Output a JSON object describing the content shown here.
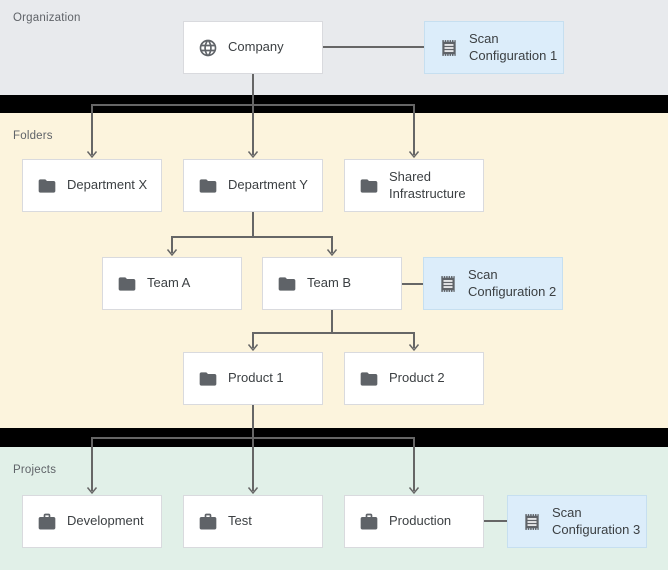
{
  "sections": [
    {
      "id": "organization",
      "label": "Organization"
    },
    {
      "id": "folders",
      "label": "Folders"
    },
    {
      "id": "projects",
      "label": "Projects"
    }
  ],
  "nodes": [
    {
      "id": "company",
      "label": "Company",
      "icon": "globe-icon",
      "section": "organization",
      "variant": "default"
    },
    {
      "id": "scan-configuration-1",
      "label": "Scan Configuration 1",
      "icon": "receipt-icon",
      "section": "organization",
      "variant": "scan"
    },
    {
      "id": "department-x",
      "label": "Department X",
      "icon": "folder-icon",
      "section": "folders",
      "variant": "default"
    },
    {
      "id": "department-y",
      "label": "Department Y",
      "icon": "folder-icon",
      "section": "folders",
      "variant": "default"
    },
    {
      "id": "shared-infrastructure",
      "label": "Shared Infrastructure",
      "icon": "folder-icon",
      "section": "folders",
      "variant": "default"
    },
    {
      "id": "team-a",
      "label": "Team A",
      "icon": "folder-icon",
      "section": "folders",
      "variant": "default"
    },
    {
      "id": "team-b",
      "label": "Team B",
      "icon": "folder-icon",
      "section": "folders",
      "variant": "default"
    },
    {
      "id": "scan-configuration-2",
      "label": "Scan Configuration 2",
      "icon": "receipt-icon",
      "section": "folders",
      "variant": "scan"
    },
    {
      "id": "product-1",
      "label": "Product 1",
      "icon": "folder-icon",
      "section": "folders",
      "variant": "default"
    },
    {
      "id": "product-2",
      "label": "Product 2",
      "icon": "folder-icon",
      "section": "folders",
      "variant": "default"
    },
    {
      "id": "development",
      "label": "Development",
      "icon": "briefcase-icon",
      "section": "projects",
      "variant": "default"
    },
    {
      "id": "test",
      "label": "Test",
      "icon": "briefcase-icon",
      "section": "projects",
      "variant": "default"
    },
    {
      "id": "production",
      "label": "Production",
      "icon": "briefcase-icon",
      "section": "projects",
      "variant": "default"
    },
    {
      "id": "scan-configuration-3",
      "label": "Scan Configuration 3",
      "icon": "receipt-icon",
      "section": "projects",
      "variant": "scan"
    }
  ],
  "edges": [
    {
      "from": "company",
      "to": "scan-configuration-1",
      "arrow": false
    },
    {
      "from": "company",
      "to": "department-x",
      "arrow": true
    },
    {
      "from": "company",
      "to": "department-y",
      "arrow": true
    },
    {
      "from": "company",
      "to": "shared-infrastructure",
      "arrow": true
    },
    {
      "from": "department-y",
      "to": "team-a",
      "arrow": true
    },
    {
      "from": "department-y",
      "to": "team-b",
      "arrow": true
    },
    {
      "from": "team-b",
      "to": "scan-configuration-2",
      "arrow": false
    },
    {
      "from": "team-b",
      "to": "product-1",
      "arrow": true
    },
    {
      "from": "team-b",
      "to": "product-2",
      "arrow": true
    },
    {
      "from": "product-1",
      "to": "development",
      "arrow": true
    },
    {
      "from": "product-1",
      "to": "test",
      "arrow": true
    },
    {
      "from": "product-1",
      "to": "production",
      "arrow": true
    },
    {
      "from": "production",
      "to": "scan-configuration-3",
      "arrow": false
    }
  ],
  "colors": {
    "orgBg": "#e8eaed",
    "foldersBg": "#fcf4dd",
    "projectsBg": "#e1f0e8",
    "dividerBg": "#000000",
    "nodeBg": "#ffffff",
    "nodeBorder": "#d9dade",
    "scanBg": "#dcedfa",
    "scanBorder": "#c6dff0",
    "nodeText": "#3c4043",
    "sectionLabelText": "#5f6368",
    "iconColor": "#5f6368",
    "lineColor": "#666666"
  }
}
